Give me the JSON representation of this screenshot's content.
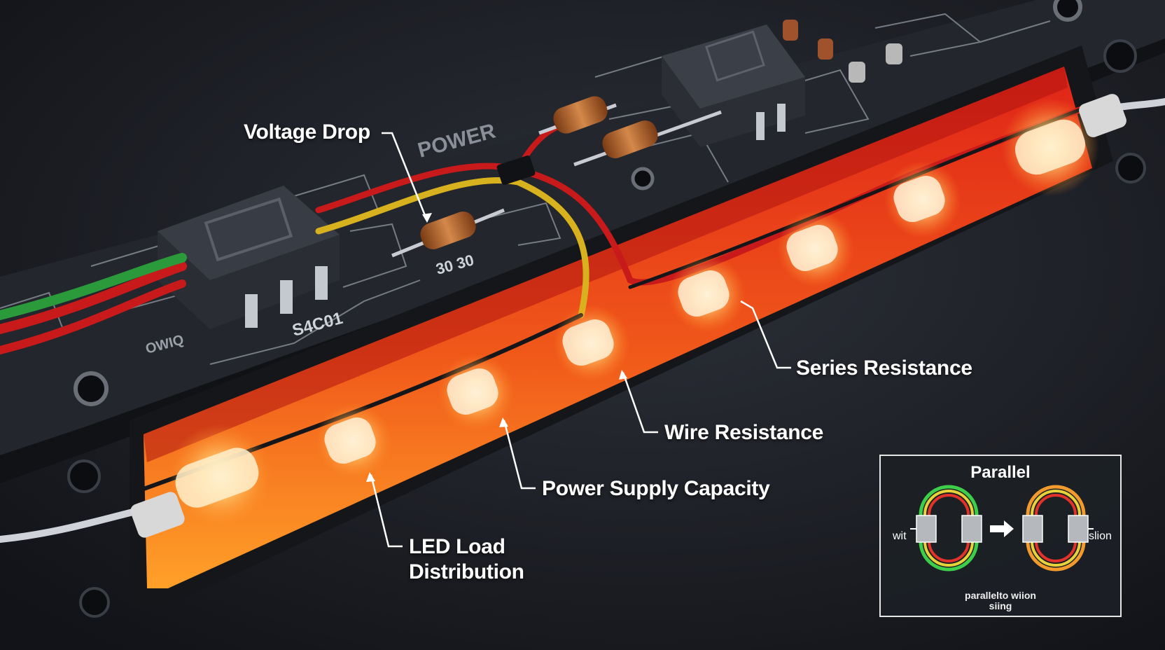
{
  "callouts": {
    "voltage_drop": "Voltage Drop",
    "series_resistance": "Series Resistance",
    "wire_resistance": "Wire Resistance",
    "power_supply_capacity": "Power Supply Capacity",
    "led_load_line1": "LED Load",
    "led_load_line2": "Distribution"
  },
  "board_markings": {
    "power_label": "POWER",
    "resistor_values": "30  30",
    "silkscreen_1": "S4C01",
    "silkscreen_2": "OWIQ"
  },
  "inset": {
    "title": "Parallel",
    "left_tag": "wit",
    "right_tag": "slion",
    "caption_line1": "parallelto wiion",
    "caption_line2": "siing"
  },
  "colors": {
    "background": "#1b1d22",
    "board": "#23262c",
    "channel_red": "#e0201a",
    "led_glow": "#ffb347",
    "wire_red": "#c81a1a",
    "wire_yellow": "#d8b21e",
    "wire_green": "#2a9a3a",
    "label_text": "#ffffff"
  },
  "icons": [
    "ic-chip-icon",
    "inductor-icon",
    "led-icon",
    "arrow-right-icon"
  ]
}
